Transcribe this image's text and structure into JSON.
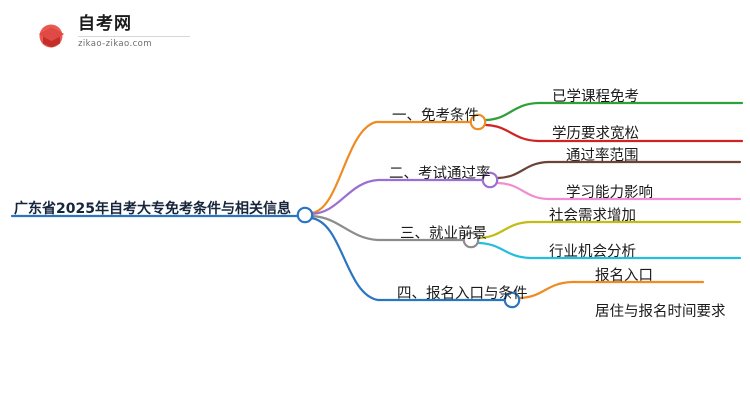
{
  "logo": {
    "name": "自考网",
    "url": "zikao-zikao.com",
    "mark_icon": "graduation-book-icon",
    "arc_color": "#1b72c4",
    "cap_color": "#d43a36",
    "cap_accent": "#e8594f"
  },
  "mindmap": {
    "root": {
      "label": "广东省2025年自考大专免考条件与相关信息",
      "line_color": "#2b74c0",
      "node_color": "#2b74c0"
    },
    "branches": [
      {
        "label": "一、免考条件",
        "line_color": "#ef8b23",
        "node_color": "#ef8b23",
        "children": [
          {
            "label": "已学课程免考",
            "line_color": "#2fa03a"
          },
          {
            "label": "学历要求宽松",
            "line_color": "#cf2424"
          }
        ]
      },
      {
        "label": "二、考试通过率",
        "line_color": "#9b6fd1",
        "node_color": "#9b6fd1",
        "children": [
          {
            "label": "通过率范围",
            "line_color": "#6b4436"
          },
          {
            "label": "学习能力影响",
            "line_color": "#ef8fd0"
          }
        ]
      },
      {
        "label": "三、就业前景",
        "line_color": "#8c8c8c",
        "node_color": "#8c8c8c",
        "children": [
          {
            "label": "社会需求增加",
            "line_color": "#c3bc15"
          },
          {
            "label": "行业机会分析",
            "line_color": "#24bfdd"
          }
        ]
      },
      {
        "label": "四、报名入口与条件",
        "line_color": "#2b74c0",
        "node_color": "#2b74c0",
        "children": [
          {
            "label": "报名入口",
            "line_color": "#ef8b23"
          },
          {
            "label": "居住与报名时间要求",
            "line_color": "#3da council"
          }
        ]
      }
    ]
  }
}
